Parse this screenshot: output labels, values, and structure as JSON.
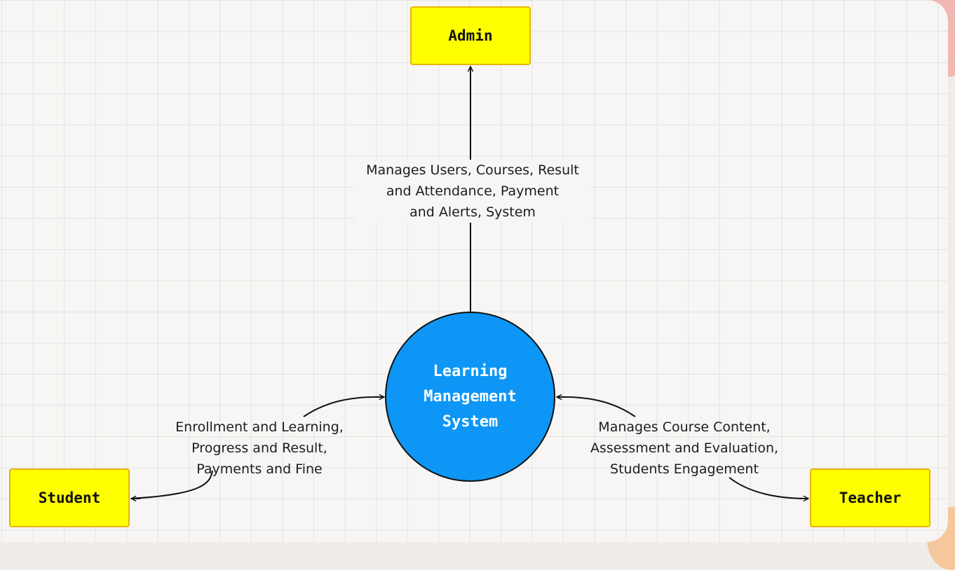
{
  "actors": {
    "admin": "Admin",
    "student": "Student",
    "teacher": "Teacher"
  },
  "system": {
    "label": "Learning\nManagement\nSystem"
  },
  "flows": {
    "admin": [
      "Manages Users, Courses, Result",
      "and Attendance, Payment",
      "and Alerts, System"
    ],
    "student": [
      "Enrollment and Learning,",
      "Progress and Result,",
      "Payments and Fine"
    ],
    "teacher": [
      "Manages Course Content,",
      "Assessment and Evaluation,",
      "Students Engagement"
    ]
  },
  "colors": {
    "actor_fill": "#ffff00",
    "actor_border": "#e8b400",
    "system_fill": "#0d96f5",
    "system_text": "#ffffff"
  }
}
